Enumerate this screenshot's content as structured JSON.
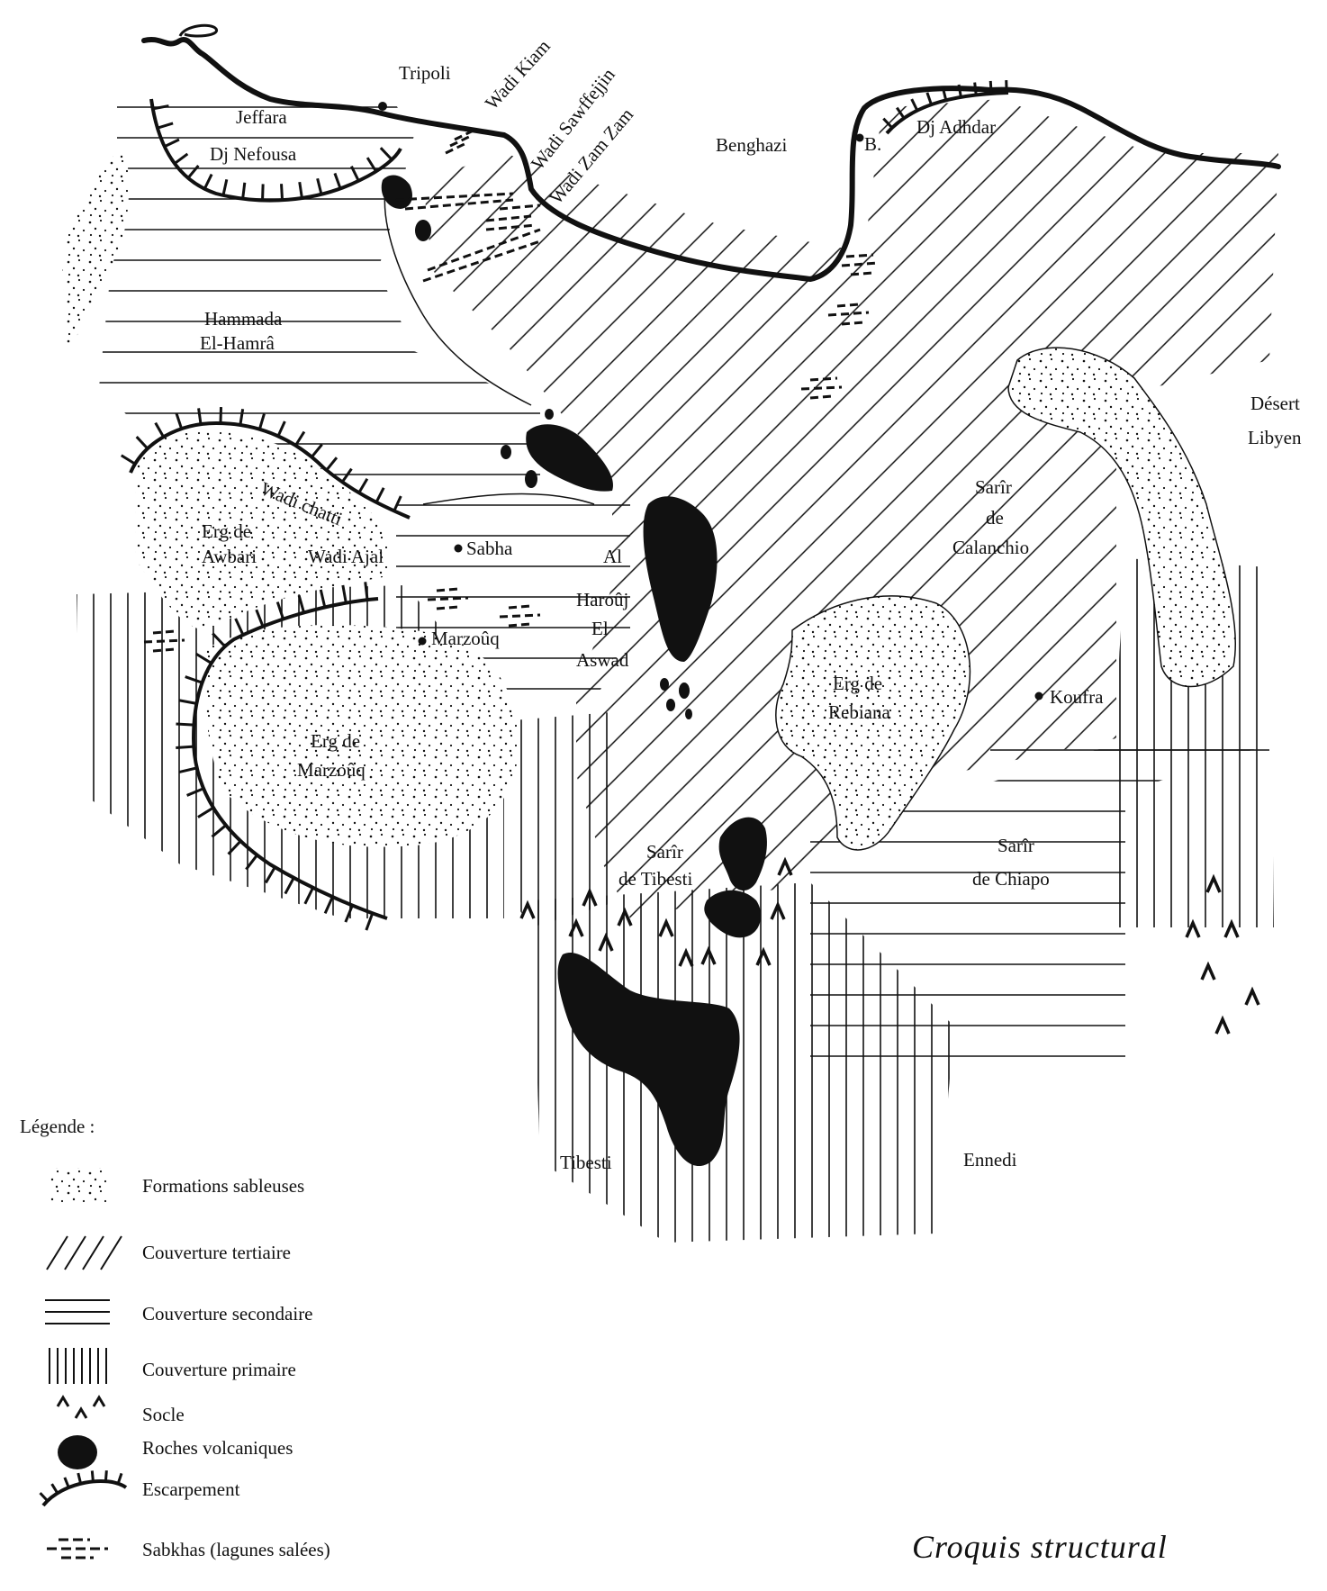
{
  "map": {
    "title": "Croquis structural",
    "colors": {
      "ink": "#111111",
      "paper": "#ffffff"
    },
    "labels": {
      "tripoli": "Tripoli",
      "jeffara": "Jeffara",
      "dj_nefousa": "Dj Nefousa",
      "wadi_kiam": "Wadi Kiam",
      "wadi_sawffejjin": "Wadi Sawffejjin",
      "wadi_zam_zam": "Wadi Zam Zam",
      "benghazi": "Benghazi",
      "b": "B.",
      "dj_adhdar": "Dj Adhdar",
      "hammada": "Hammada",
      "el_hamra": "El-Hamrâ",
      "desert": "Désert",
      "libyen": "Libyen",
      "wadi_chatti": "Wadi chatti",
      "erg_de_1": "Erg de",
      "awbari": "Awbari",
      "wadi_ajal": "Wadi Ajal",
      "sabha": "Sabha",
      "al": "Al",
      "harouj": "Haroûj",
      "el": "El",
      "aswad": "Aswad",
      "sarir_1": "Sarîr",
      "de_1": "de",
      "calanchio": "Calanchio",
      "marzouq": "Marzoûq",
      "erg_de_2": "Erg de",
      "rebiana": "Rebiana",
      "koufra": "Koufra",
      "erg_de_3": "Erg de",
      "marzouq_erg": "Marzoûq",
      "sarir_2": "Sarîr",
      "de_tibesti": "de Tibesti",
      "sarir_3": "Sarîr",
      "de_chiapo": "de Chiapo",
      "tibesti": "Tibesti",
      "ennedi": "Ennedi"
    }
  },
  "legend": {
    "heading": "Légende :",
    "items": [
      {
        "key": "sand",
        "icon": "sand-dots-icon",
        "label": "Formations sableuses"
      },
      {
        "key": "tertiary",
        "icon": "diagonal-hatch-icon",
        "label": "Couverture tertiaire"
      },
      {
        "key": "secondary",
        "icon": "horizontal-hatch-icon",
        "label": "Couverture secondaire"
      },
      {
        "key": "primary",
        "icon": "vertical-hatch-icon",
        "label": "Couverture primaire"
      },
      {
        "key": "basement",
        "icon": "caret-marks-icon",
        "label": "Socle"
      },
      {
        "key": "volcanic",
        "icon": "black-blob-icon",
        "label": "Roches volcaniques"
      },
      {
        "key": "escarpment",
        "icon": "hachured-line-icon",
        "label": "Escarpement"
      },
      {
        "key": "sabkha",
        "icon": "dashed-lines-icon",
        "label": "Sabkhas (lagunes salées)"
      }
    ]
  }
}
